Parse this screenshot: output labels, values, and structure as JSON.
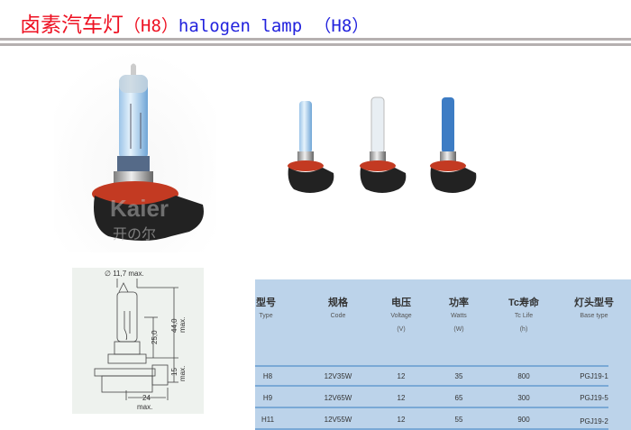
{
  "title": {
    "cn": "卤素汽车灯",
    "h8_a": "（H8）",
    "en": "halogen lamp",
    "h8_b": "（H8）"
  },
  "watermark": {
    "en": "Kaier",
    "cn": "开の尔"
  },
  "diagram": {
    "diameter": "∅ 11,7 max.",
    "height_total": "44,0",
    "height_total_max": "max.",
    "height_center": "25,0",
    "height_base": "15",
    "height_base_max": "max.",
    "width_base": "24",
    "width_base_max": "max."
  },
  "table": {
    "headers": [
      {
        "cn": "型号",
        "en": "Type",
        "unit": ""
      },
      {
        "cn": "规格",
        "en": "Code",
        "unit": ""
      },
      {
        "cn": "电压",
        "en": "Voltage",
        "unit": "(V)"
      },
      {
        "cn": "功率",
        "en": "Watts",
        "unit": "(W)"
      },
      {
        "cn": "Tc寿命",
        "en": "Tc Life",
        "unit": "(h)"
      },
      {
        "cn": "灯头型号",
        "en": "Base type",
        "unit": ""
      }
    ],
    "rows": [
      [
        "H8",
        "12V35W",
        "12",
        "35",
        "800",
        "PGJ19-1"
      ],
      [
        "H9",
        "12V65W",
        "12",
        "65",
        "300",
        "PGJ19-5"
      ],
      [
        "H11",
        "12V55W",
        "12",
        "55",
        "900",
        "PGJ19-2"
      ]
    ]
  }
}
